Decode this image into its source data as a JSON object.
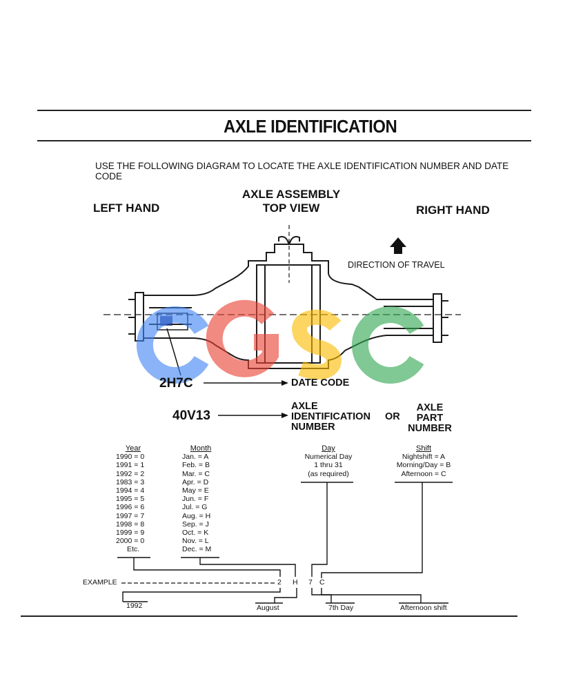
{
  "header": {
    "title": "AXLE IDENTIFICATION",
    "instructions": "USE THE FOLLOWING DIAGRAM TO LOCATE THE AXLE IDENTIFICATION NUMBER AND DATE CODE"
  },
  "diagram": {
    "view_title_line1": "AXLE ASSEMBLY",
    "view_title_line2": "TOP VIEW",
    "left_label": "LEFT HAND",
    "right_label": "RIGHT HAND",
    "direction_label": "DIRECTION OF TRAVEL",
    "date_code_value": "2H7C",
    "date_code_label": "DATE CODE",
    "id_number_value": "40V13",
    "id_label_line1": "AXLE",
    "id_label_line2": "IDENTIFICATION",
    "id_label_line3": "NUMBER",
    "or_label": "OR",
    "part_label_line1": "AXLE",
    "part_label_line2": "PART",
    "part_label_line3": "NUMBER"
  },
  "watermark": {
    "letters": [
      "c",
      "G",
      "S",
      "c"
    ],
    "colors": [
      "#4285f4",
      "#ea4335",
      "#fbbc05",
      "#34a853"
    ]
  },
  "legend": {
    "year": {
      "header": "Year",
      "entries": [
        "1990 = 0",
        "1991 = 1",
        "1992 = 2",
        "1983 = 3",
        "1994 = 4",
        "1995 = 5",
        "1996 = 6",
        "1997 = 7",
        "1998 = 8",
        "1999 = 9",
        "2000 = 0",
        "Etc."
      ]
    },
    "month": {
      "header": "Month",
      "entries": [
        "Jan. = A",
        "Feb. = B",
        "Mar. = C",
        "Apr. = D",
        "May = E",
        "Jun. = F",
        "Jul. = G",
        "Aug. = H",
        "Sep. = J",
        "Oct. = K",
        "Nov. = L",
        "Dec. = M"
      ]
    },
    "day": {
      "header": "Day",
      "entries": [
        "Numerical Day",
        "1 thru 31",
        "(as required)"
      ]
    },
    "shift": {
      "header": "Shift",
      "entries": [
        "Nightshift = A",
        "Morning/Day = B",
        "Afternoon = C"
      ]
    }
  },
  "example": {
    "label": "EXAMPLE",
    "chars": [
      "2",
      "H",
      "7",
      "C"
    ],
    "year_result": "1992",
    "month_result": "August",
    "day_result": "7th Day",
    "shift_result": "Afternoon shift"
  }
}
